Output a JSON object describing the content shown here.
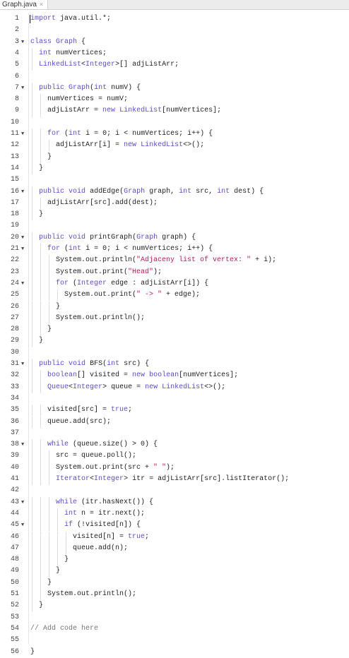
{
  "tab": {
    "title": "Graph.java",
    "close_glyph": "×"
  },
  "lines": [
    {
      "n": "1",
      "fold": false,
      "text": "import java.util.*;"
    },
    {
      "n": "2",
      "fold": false,
      "text": ""
    },
    {
      "n": "3",
      "fold": true,
      "text": "class Graph {"
    },
    {
      "n": "4",
      "fold": false,
      "text": "  int numVertices;"
    },
    {
      "n": "5",
      "fold": false,
      "text": "  LinkedList<Integer>[] adjListArr;"
    },
    {
      "n": "6",
      "fold": false,
      "text": ""
    },
    {
      "n": "7",
      "fold": true,
      "text": "  public Graph(int numV) {"
    },
    {
      "n": "8",
      "fold": false,
      "text": "    numVertices = numV;"
    },
    {
      "n": "9",
      "fold": false,
      "text": "    adjListArr = new LinkedList[numVertices];"
    },
    {
      "n": "10",
      "fold": false,
      "text": ""
    },
    {
      "n": "11",
      "fold": true,
      "text": "    for (int i = 0; i < numVertices; i++) {"
    },
    {
      "n": "12",
      "fold": false,
      "text": "      adjListArr[i] = new LinkedList<>();"
    },
    {
      "n": "13",
      "fold": false,
      "text": "    }"
    },
    {
      "n": "14",
      "fold": false,
      "text": "  }"
    },
    {
      "n": "15",
      "fold": false,
      "text": ""
    },
    {
      "n": "16",
      "fold": true,
      "text": "  public void addEdge(Graph graph, int src, int dest) {"
    },
    {
      "n": "17",
      "fold": false,
      "text": "    adjListArr[src].add(dest);"
    },
    {
      "n": "18",
      "fold": false,
      "text": "  }"
    },
    {
      "n": "19",
      "fold": false,
      "text": ""
    },
    {
      "n": "20",
      "fold": true,
      "text": "  public void printGraph(Graph graph) {"
    },
    {
      "n": "21",
      "fold": true,
      "text": "    for (int i = 0; i < numVertices; i++) {"
    },
    {
      "n": "22",
      "fold": false,
      "text": "      System.out.println(\"Adjaceny list of vertex: \" + i);"
    },
    {
      "n": "23",
      "fold": false,
      "text": "      System.out.print(\"Head\");"
    },
    {
      "n": "24",
      "fold": true,
      "text": "      for (Integer edge : adjListArr[i]) {"
    },
    {
      "n": "25",
      "fold": false,
      "text": "        System.out.print(\" -> \" + edge);"
    },
    {
      "n": "26",
      "fold": false,
      "text": "      }"
    },
    {
      "n": "27",
      "fold": false,
      "text": "      System.out.println();"
    },
    {
      "n": "28",
      "fold": false,
      "text": "    }"
    },
    {
      "n": "29",
      "fold": false,
      "text": "  }"
    },
    {
      "n": "30",
      "fold": false,
      "text": ""
    },
    {
      "n": "31",
      "fold": true,
      "text": "  public void BFS(int src) {"
    },
    {
      "n": "32",
      "fold": false,
      "text": "    boolean[] visited = new boolean[numVertices];"
    },
    {
      "n": "33",
      "fold": false,
      "text": "    Queue<Integer> queue = new LinkedList<>();"
    },
    {
      "n": "34",
      "fold": false,
      "text": ""
    },
    {
      "n": "35",
      "fold": false,
      "text": "    visited[src] = true;"
    },
    {
      "n": "36",
      "fold": false,
      "text": "    queue.add(src);"
    },
    {
      "n": "37",
      "fold": false,
      "text": ""
    },
    {
      "n": "38",
      "fold": true,
      "text": "    while (queue.size() > 0) {"
    },
    {
      "n": "39",
      "fold": false,
      "text": "      src = queue.poll();"
    },
    {
      "n": "40",
      "fold": false,
      "text": "      System.out.print(src + \" \");"
    },
    {
      "n": "41",
      "fold": false,
      "text": "      Iterator<Integer> itr = adjListArr[src].listIterator();"
    },
    {
      "n": "42",
      "fold": false,
      "text": ""
    },
    {
      "n": "43",
      "fold": true,
      "text": "      while (itr.hasNext()) {"
    },
    {
      "n": "44",
      "fold": false,
      "text": "        int n = itr.next();"
    },
    {
      "n": "45",
      "fold": true,
      "text": "        if (!visited[n]) {"
    },
    {
      "n": "46",
      "fold": false,
      "text": "          visited[n] = true;"
    },
    {
      "n": "47",
      "fold": false,
      "text": "          queue.add(n);"
    },
    {
      "n": "48",
      "fold": false,
      "text": "        }"
    },
    {
      "n": "49",
      "fold": false,
      "text": "      }"
    },
    {
      "n": "50",
      "fold": false,
      "text": "    }"
    },
    {
      "n": "51",
      "fold": false,
      "text": "    System.out.println();"
    },
    {
      "n": "52",
      "fold": false,
      "text": "  }"
    },
    {
      "n": "53",
      "fold": false,
      "text": ""
    },
    {
      "n": "54",
      "fold": false,
      "text": "// Add code here"
    },
    {
      "n": "55",
      "fold": false,
      "text": ""
    },
    {
      "n": "56",
      "fold": false,
      "text": "}"
    }
  ],
  "colors": {
    "keyword": "#5b4ec9",
    "string": "#c2185b",
    "comment": "#777777",
    "text": "#222222"
  },
  "icons": {
    "fold": "fold-arrow-icon",
    "close": "close-icon"
  }
}
